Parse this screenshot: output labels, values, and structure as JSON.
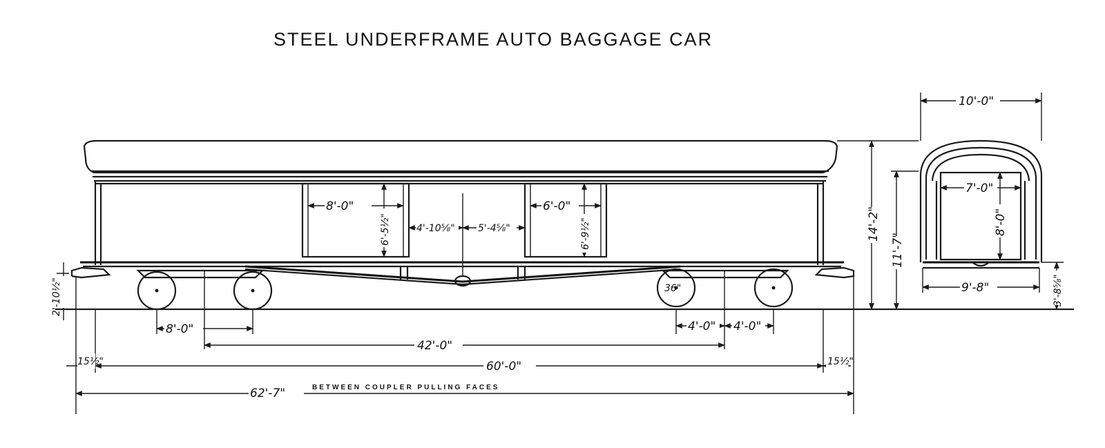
{
  "title": "STEEL UNDERFRAME AUTO BAGGAGE CAR",
  "side_view": {
    "door_left_width": "8'-0\"",
    "door_left_height": "6'-5½\"",
    "pier_a": "4'-10⅝\"",
    "pier_b": "5'-4⅝\"",
    "door_right_width": "6'-0\"",
    "door_right_height": "6'-9½\"",
    "wheel_diameter": "36\"",
    "coupler_height": "2'-10½\"",
    "truck_wheelbase_left": "8'-0\"",
    "truck_wheelbase_right_a": "4'-0\"",
    "truck_wheelbase_right_b": "4'-0\"",
    "truck_centers": "42'-0\"",
    "body_length": "60'-0\"",
    "end_overhang_left": "15½\"",
    "end_overhang_right": "15½\"",
    "overall_length": "62'-7\"",
    "overall_note": "BETWEEN COUPLER PULLING FACES",
    "overall_height": "14'-2\"",
    "side_height": "11'-7\""
  },
  "end_view": {
    "overall_width": "10'-0\"",
    "door_width": "7'-0\"",
    "door_height": "8'-0\"",
    "floor_width": "9'-8\"",
    "floor_height": "3'-8⅝\""
  }
}
